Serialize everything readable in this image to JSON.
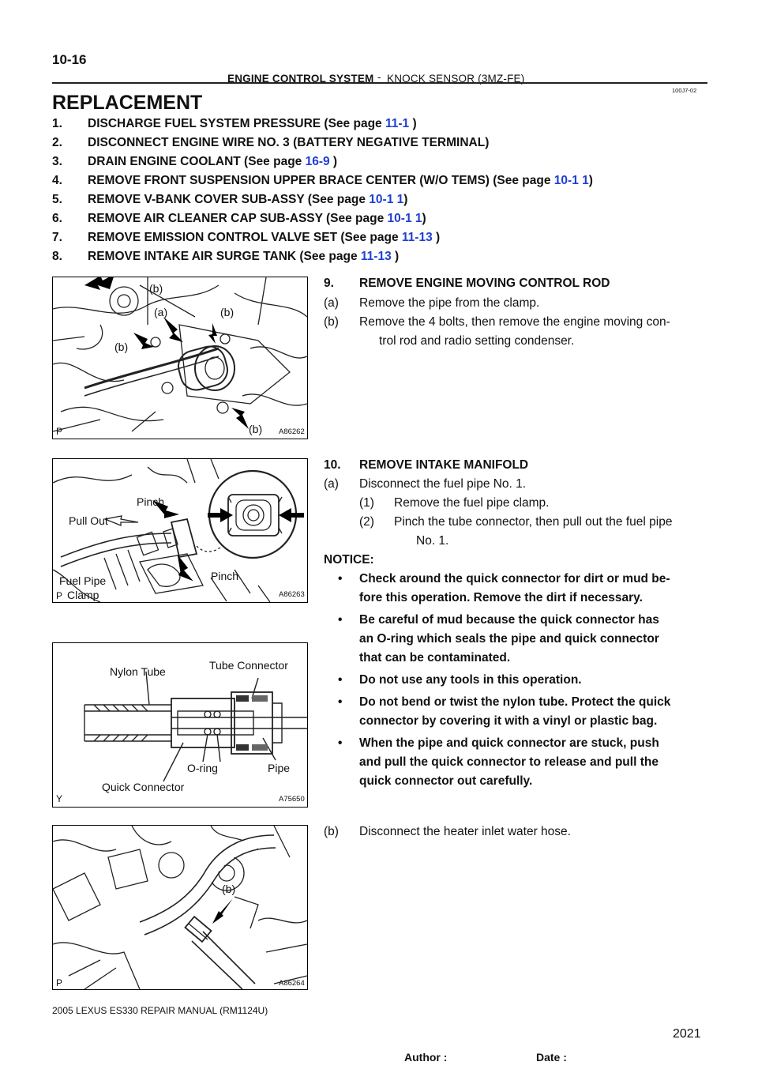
{
  "header": {
    "page_number": "10-16",
    "section": "ENGINE CONTROL SYSTEM",
    "dash": "-",
    "subsection": "KNOCK SENSOR (3MZ-FE)",
    "doc_code": "100J7-02"
  },
  "title": "REPLACEMENT",
  "steps": [
    {
      "num": "1.",
      "text": "DISCHARGE FUEL SYSTEM PRESSURE (See page ",
      "link": "11-1",
      "tail": " )"
    },
    {
      "num": "2.",
      "text": "DISCONNECT ENGINE WIRE NO. 3 (BATTERY NEGATIVE TERMINAL)",
      "link": "",
      "tail": ""
    },
    {
      "num": "3.",
      "text": "DRAIN ENGINE COOLANT (See page ",
      "link": "16-9",
      "tail": " )"
    },
    {
      "num": "4.",
      "text": "REMOVE FRONT SUSPENSION UPPER BRACE CENTER (W/O TEMS) (See page ",
      "link": "10-1 1",
      "tail": ")"
    },
    {
      "num": "5.",
      "text": "REMOVE V-BANK COVER SUB-ASSY (See page ",
      "link": "10-1 1",
      "tail": ")"
    },
    {
      "num": "6.",
      "text": "REMOVE AIR CLEANER CAP SUB-ASSY (See page ",
      "link": "10-1 1",
      "tail": ")"
    },
    {
      "num": "7.",
      "text": "REMOVE EMISSION CONTROL VALVE SET (See page ",
      "link": "11-13",
      "tail": " )"
    },
    {
      "num": "8.",
      "text": "REMOVE INTAKE AIR SURGE TANK (See page ",
      "link": "11-13",
      "tail": " )"
    }
  ],
  "step9": {
    "num": "9.",
    "title": "REMOVE ENGINE MOVING CONTROL ROD",
    "a_num": "(a)",
    "a_text": "Remove the pipe from the clamp.",
    "b_num": "(b)",
    "b_line1": "Remove the 4 bolts, then remove the engine moving con-",
    "b_line2": "trol rod and radio setting condenser."
  },
  "step10": {
    "num": "10.",
    "title": "REMOVE INTAKE MANIFOLD",
    "a_num": "(a)",
    "a_text": "Disconnect the fuel pipe No. 1.",
    "s1_num": "(1)",
    "s1_text": "Remove the fuel pipe clamp.",
    "s2_num": "(2)",
    "s2_line1": "Pinch the tube connector, then pull out the fuel pipe",
    "s2_line2": "No. 1.",
    "notice_label": "NOTICE:",
    "bullets": [
      [
        "Check around the quick connector for dirt or mud be-",
        "fore this operation. Remove the dirt if necessary."
      ],
      [
        "Be careful of mud because the quick connector has",
        "an O-ring which seals the pipe and quick connector",
        "that can be contaminated."
      ],
      [
        "Do not use any tools in this operation."
      ],
      [
        "Do not bend or twist the nylon tube. Protect the quick",
        "connector by covering it with a vinyl or plastic bag."
      ],
      [
        "When the pipe and quick connector are stuck, push",
        "and pull the quick connector to release and pull the",
        "quick connector out carefully."
      ]
    ],
    "b_num": "(b)",
    "b_text": "Disconnect the heater inlet water hose."
  },
  "figures": {
    "fig1": {
      "code": "A86262",
      "corner": "P",
      "label_a": "(a)",
      "label_b": "(b)"
    },
    "fig2": {
      "code": "A86263",
      "corner": "P",
      "pinch": "Pinch",
      "pull_out": "Pull Out",
      "clamp_line1": "Fuel Pipe",
      "clamp_line2": "Clamp"
    },
    "fig3": {
      "code": "A75650",
      "corner": "Y",
      "nylon_tube": "Nylon Tube",
      "tube_connector": "Tube Connector",
      "o_ring": "O-ring",
      "pipe": "Pipe",
      "quick_connector": "Quick Connector"
    },
    "fig4": {
      "code": "A86264",
      "corner": "P",
      "label_b": "(b)"
    }
  },
  "footer": {
    "manual": "2005 LEXUS ES330 REPAIR MANUAL   (RM1124U)",
    "page": "2021",
    "author_label": "Author :",
    "date_label": "Date :"
  }
}
